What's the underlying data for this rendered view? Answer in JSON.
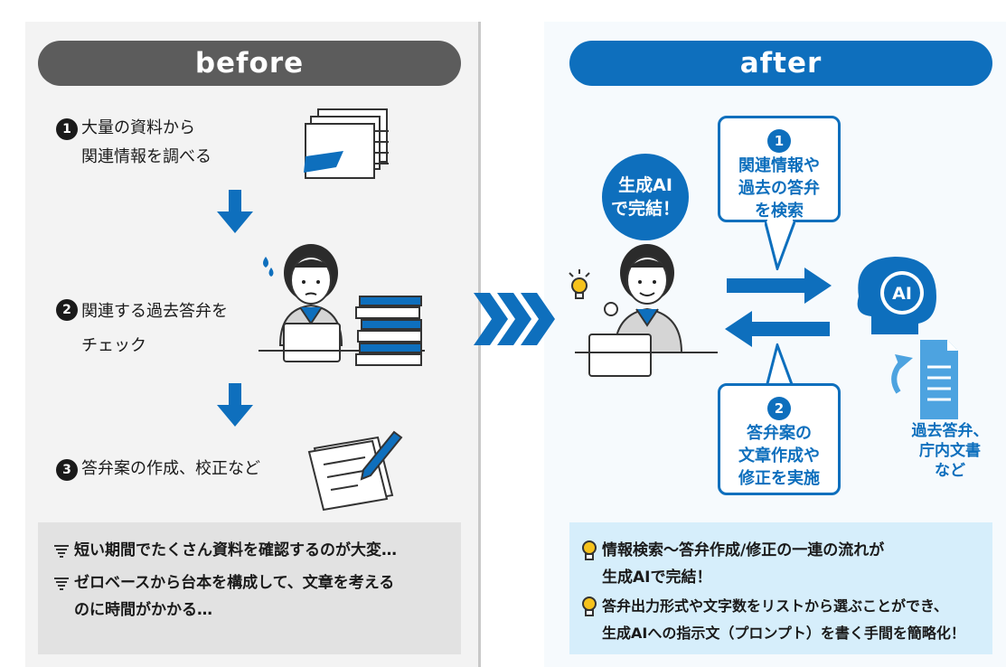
{
  "before": {
    "title": "before",
    "steps": [
      {
        "num": "1",
        "lines": [
          "大量の資料から",
          "関連情報を調べる"
        ]
      },
      {
        "num": "2",
        "lines": [
          "関連する過去答弁を",
          "チェック"
        ]
      },
      {
        "num": "3",
        "lines": [
          "答弁案の作成、校正など"
        ]
      }
    ],
    "notes": [
      [
        "短い期間でたくさん資料を確認するのが大変…"
      ],
      [
        "ゼロベースから台本を構成して、文章を考える",
        "のに時間がかかる…"
      ]
    ]
  },
  "after": {
    "title": "after",
    "badge": [
      "生成AI",
      "で完結！"
    ],
    "callout1": {
      "num": "1",
      "lines": [
        "関連情報や",
        "過去の答弁",
        "を検索"
      ]
    },
    "callout2": {
      "num": "2",
      "lines": [
        "答弁案の",
        "文章作成や",
        "修正を実施"
      ]
    },
    "ai_label": "AI",
    "sources": [
      "過去答弁、",
      "庁内文書",
      "など"
    ],
    "notes": [
      [
        "情報検索〜答弁作成/修正の一連の流れが",
        "生成AIで完結！"
      ],
      [
        "答弁出力形式や文字数をリストから選ぶことができ、",
        "生成AIへの指示文（プロンプト）を書く手間を簡略化！"
      ]
    ]
  },
  "colors": {
    "blue": "#0e6fbd",
    "gray": "#5c5c5c",
    "note_gray": "#e2e2e2",
    "note_blue": "#d6eefb"
  },
  "icons": [
    "document-stack-icon",
    "down-arrow-icon",
    "worried-person-icon",
    "book-stack-icon",
    "writing-paper-icon",
    "chevron-right-icon",
    "lightbulb-icon",
    "person-laptop-icon",
    "ai-head-icon",
    "document-icon",
    "swirl-icon"
  ]
}
